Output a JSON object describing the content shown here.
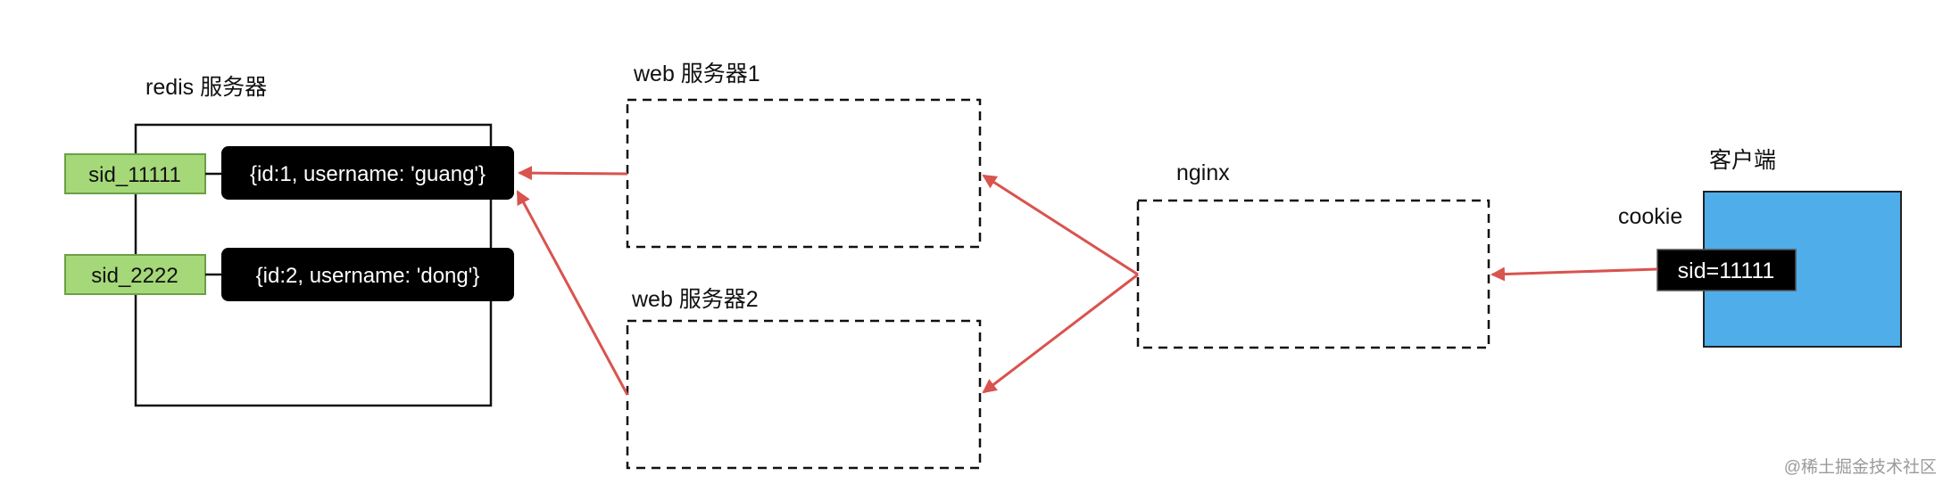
{
  "redis": {
    "title": "redis 服务器",
    "sessions": [
      {
        "key": "sid_11111",
        "value": "{id:1, username: 'guang'}"
      },
      {
        "key": "sid_2222",
        "value": "{id:2, username: 'dong'}"
      }
    ]
  },
  "web_servers": [
    {
      "title": "web 服务器1"
    },
    {
      "title": "web 服务器2"
    }
  ],
  "nginx": {
    "title": "nginx"
  },
  "client": {
    "title": "客户端",
    "cookie_label": "cookie",
    "cookie_value": "sid=11111"
  },
  "watermark": "@稀土掘金技术社区",
  "colors": {
    "arrow": "#d9534f",
    "key_fill": "#a5d879",
    "key_border": "#6d9f45",
    "value_fill": "#000000",
    "client_fill": "#4fadea"
  }
}
